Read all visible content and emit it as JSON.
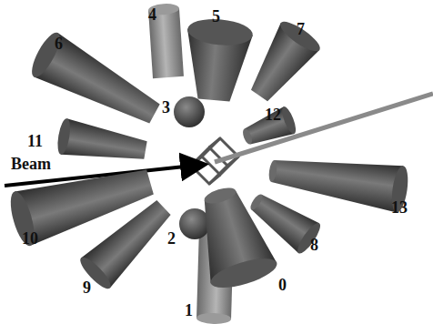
{
  "diagram": {
    "labels": [
      "4",
      "5",
      "7",
      "6",
      "11",
      "3",
      "12",
      "Beam",
      "13",
      "10",
      "2",
      "8",
      "9",
      "0",
      "1"
    ]
  }
}
